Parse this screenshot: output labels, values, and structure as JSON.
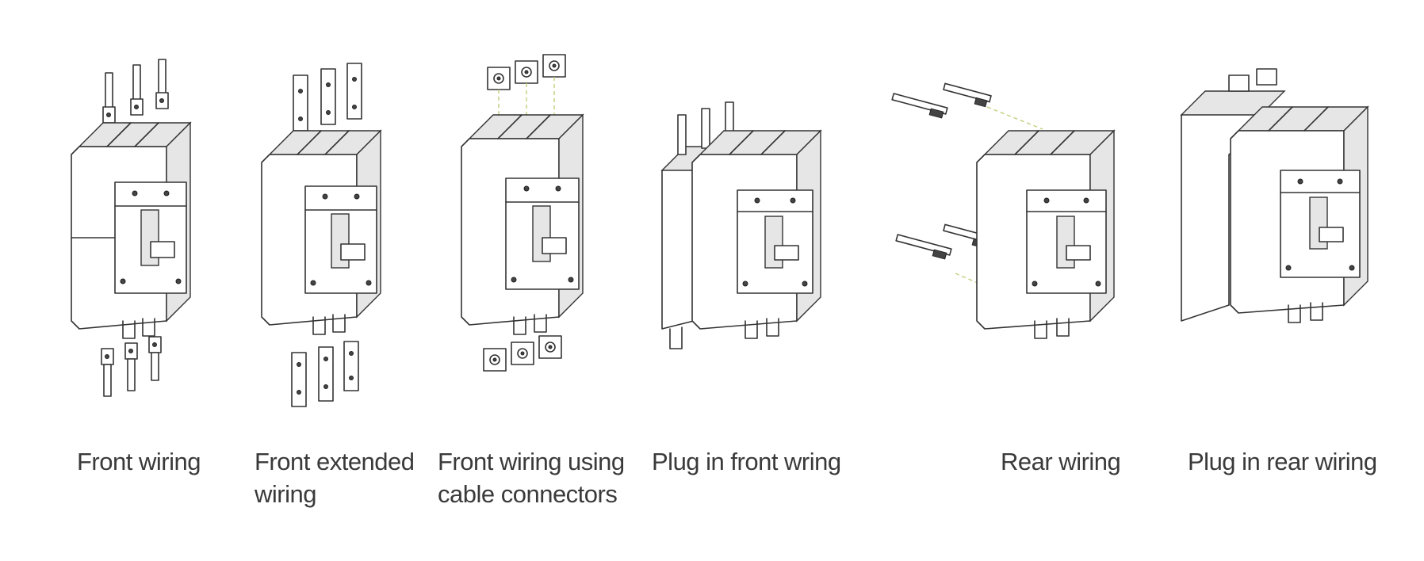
{
  "figure": {
    "items": [
      {
        "id": "front-wiring",
        "caption": "Front wiring",
        "accessory": "cable-lugs"
      },
      {
        "id": "front-extended-wiring",
        "caption": "Front extended\nwiring",
        "accessory": "extension-bars"
      },
      {
        "id": "front-wiring-cable-connectors",
        "caption": "Front wiring using\ncable connectors",
        "accessory": "box-connectors"
      },
      {
        "id": "plug-in-front-wiring",
        "caption": "Plug in front wring",
        "accessory": "plug-in-base-front"
      },
      {
        "id": "rear-wiring",
        "caption": "Rear wiring",
        "accessory": "rear-studs"
      },
      {
        "id": "plug-in-rear-wiring",
        "caption": "Plug in rear wiring",
        "accessory": "plug-in-base-rear"
      }
    ]
  },
  "colors": {
    "line": "#333333",
    "guide": "#c4cc7a",
    "text": "#3a3a3a",
    "background": "#ffffff"
  }
}
